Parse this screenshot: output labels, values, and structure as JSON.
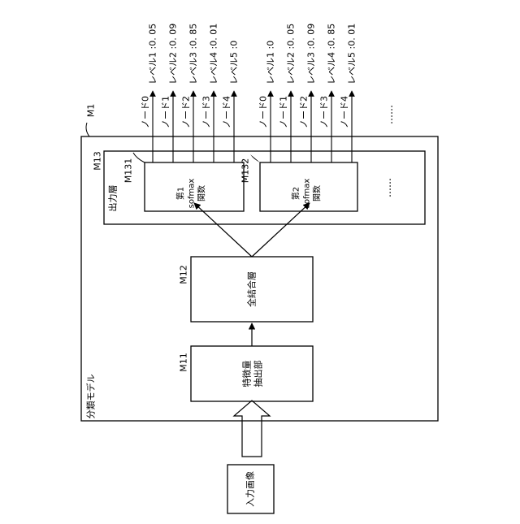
{
  "input": {
    "label": "入力画像"
  },
  "model": {
    "label": "分類モデル",
    "ref": "M1"
  },
  "feature": {
    "ref": "M11",
    "line1": "特徴量",
    "line2": "抽出部"
  },
  "fc": {
    "ref": "M12",
    "label": "全結合層"
  },
  "output_layer": {
    "ref": "M13",
    "label": "出力層"
  },
  "softmax1": {
    "ref": "M131",
    "line1": "第1",
    "line2": "sofmax",
    "line3": "関数"
  },
  "softmax2": {
    "ref": "M132",
    "line1": "第2",
    "line2": "sofmax",
    "line3": "関数"
  },
  "ellipsis": "……",
  "group1": {
    "nodes": [
      "ノード0",
      "ノード1",
      "ノード2",
      "ノード3",
      "ノード4"
    ],
    "outputs": [
      "レベル1 :0. 05",
      "レベル2 :0. 09",
      "レベル3 :0. 85",
      "レベル4 :0. 01",
      "レベル5 :0"
    ]
  },
  "group2": {
    "nodes": [
      "ノード0",
      "ノード1",
      "ノード2",
      "ノード3",
      "ノード4"
    ],
    "outputs": [
      "レベル1 :0",
      "レベル2 :0. 05",
      "レベル3 :0. 09",
      "レベル4 :0. 85",
      "レベル5 :0. 01"
    ]
  }
}
